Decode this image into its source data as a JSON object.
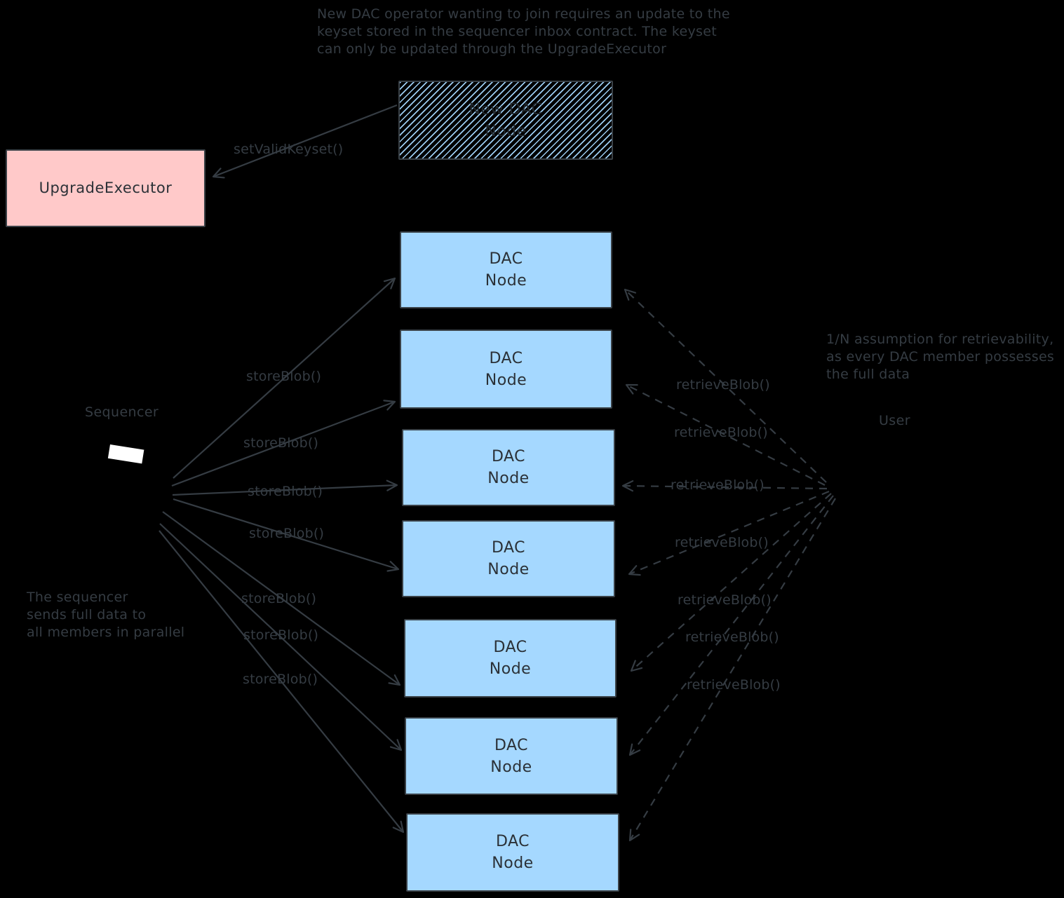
{
  "diagram_type": "excalidraw-style architecture diagram (Arbitrum AnyTrust DAC data flow)",
  "colors": {
    "background": "#000000",
    "ink": "#353c43",
    "upgrade_executor_fill": "#ffc9c9",
    "dac_node_fill": "#a5d8ff",
    "hatch_stripe": "#a5d8ff",
    "sequencer_icon_screen": "#ffffff"
  },
  "notes": {
    "top": [
      "New DAC operator wanting to join requires an update to the",
      "keyset stored in the sequencer inbox contract. The keyset",
      "can only be updated through the UpgradeExecutor"
    ],
    "right": [
      "1/N assumption for retrievability,",
      "as every DAC member possesses",
      "the full data"
    ],
    "left": [
      "The sequencer",
      "sends full data to",
      "all members in parallel"
    ]
  },
  "actors": {
    "sequencer_label": "Sequencer",
    "user_label": "User"
  },
  "boxes": {
    "upgrade_executor_label": "UpgradeExecutor",
    "new_dac_node_line1": "New DAC",
    "new_dac_node_line2": "Node",
    "dac_node_line1": "DAC",
    "dac_node_line2": "Node",
    "dac_node_count": 7
  },
  "edge_labels": {
    "set_valid_keyset": "setValidKeyset()",
    "store_blob": "storeBlob()",
    "retrieve_blob": "retrieveBlob()"
  }
}
